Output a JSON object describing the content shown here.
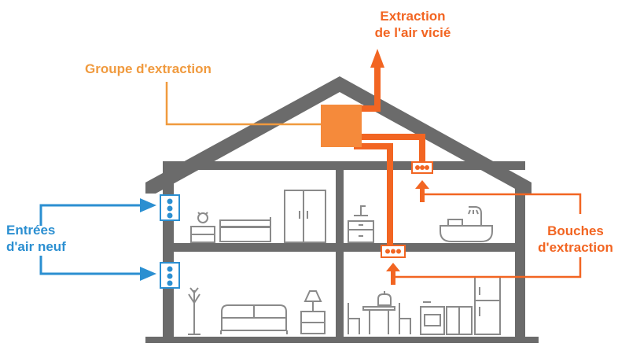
{
  "labels": {
    "extraction_line1": "Extraction",
    "extraction_line2": "de l'air vicié",
    "groupe": "Groupe d'extraction",
    "entrees_line1": "Entrées",
    "entrees_line2": "d'air neuf",
    "bouches_line1": "Bouches",
    "bouches_line2": "d'extraction"
  },
  "colors": {
    "house": "#6b6b6b",
    "duct": "#f26522",
    "unit": "#f58a3b",
    "groupe_label": "#f09a3e",
    "inlet": "#2b8fd1",
    "furniture": "#8a8a8a"
  }
}
